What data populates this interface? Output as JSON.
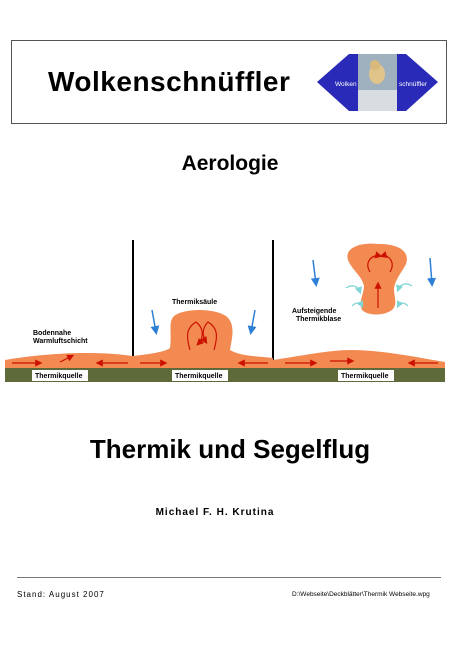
{
  "header": {
    "title": "Wolkenschnüffler",
    "logo": {
      "left_text": "Wolken",
      "right_text": "schnüffler",
      "bg_color": "#2a2ab8"
    }
  },
  "section_title": "Aerologie",
  "diagram": {
    "panels": [
      {
        "heat_source_label": "Thermikquelle",
        "caption_line1": "Bodennahe",
        "caption_line2": "Warmluftschicht"
      },
      {
        "heat_source_label": "Thermikquelle",
        "caption_line1": "Thermiksäule"
      },
      {
        "heat_source_label": "Thermikquelle",
        "caption_line1": "Aufsteigende",
        "caption_line2": "Thermikblase"
      }
    ],
    "colors": {
      "warm_air": "#f28a52",
      "arrow": "#cc1100",
      "downdraft": "#2e7fd6",
      "ground": "#5f6a3a"
    }
  },
  "main_title": "Thermik und Segelflug",
  "author": "Michael F. H. Krutina",
  "footer": {
    "left": "Stand: August 2007",
    "right": "D:\\Webseite\\Deckblätter\\Thermik Webseite.wpg"
  }
}
